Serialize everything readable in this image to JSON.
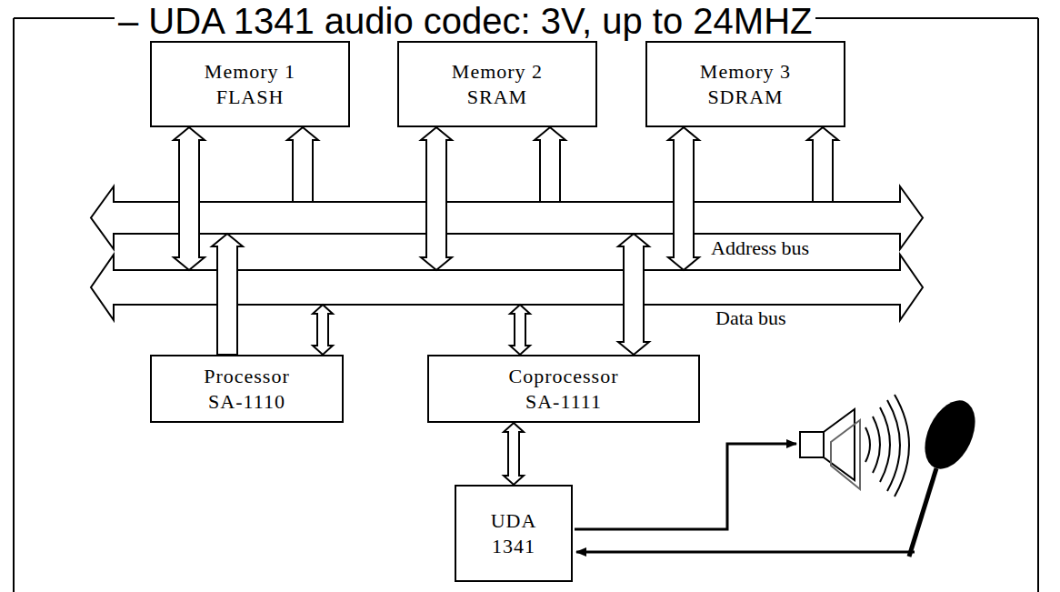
{
  "diagram": {
    "title": "– UDA 1341 audio codec: 3V, up to 24MHZ",
    "nodes": [
      {
        "text": [
          "Memory 1",
          "FLASH"
        ]
      },
      {
        "text": [
          "Memory 2",
          "SRAM"
        ]
      },
      {
        "text": [
          "Memory 3",
          "SDRAM"
        ]
      },
      {
        "text": [
          "Address bus"
        ]
      },
      {
        "text": [
          "Data bus"
        ]
      },
      {
        "text": [
          "Processor",
          "SA-1110"
        ]
      },
      {
        "text": [
          "Coprocessor",
          "SA-1111"
        ]
      },
      {
        "text": [
          "UDA",
          "1341"
        ]
      }
    ],
    "edges": [
      {
        "from": 0,
        "to": 4,
        "arrow": "both"
      },
      {
        "from": 3,
        "to": 0,
        "arrow": "to"
      },
      {
        "from": 1,
        "to": 4,
        "arrow": "both"
      },
      {
        "from": 3,
        "to": 1,
        "arrow": "to"
      },
      {
        "from": 2,
        "to": 4,
        "arrow": "both"
      },
      {
        "from": 3,
        "to": 2,
        "arrow": "to"
      },
      {
        "from": 5,
        "to": 3,
        "arrow": "to"
      },
      {
        "from": 5,
        "to": 4,
        "arrow": "both"
      },
      {
        "from": 6,
        "to": 4,
        "arrow": "both"
      },
      {
        "from": 6,
        "to": 3,
        "arrow": "both"
      },
      {
        "from": 6,
        "to": 7,
        "arrow": "both"
      }
    ]
  }
}
